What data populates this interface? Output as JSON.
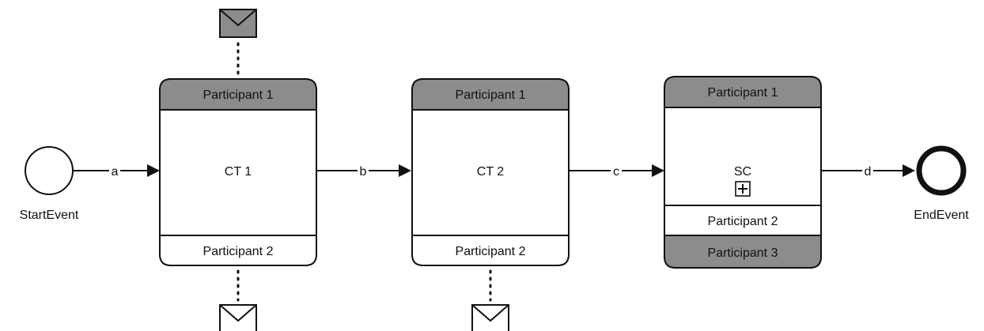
{
  "diagram": {
    "start_event": {
      "label": "StartEvent"
    },
    "end_event": {
      "label": "EndEvent"
    },
    "flows": [
      {
        "label": "a"
      },
      {
        "label": "b"
      },
      {
        "label": "c"
      },
      {
        "label": "d"
      }
    ],
    "tasks": [
      {
        "name": "CT 1",
        "top_participant": "Participant 1",
        "bottom_participant": "Participant 2"
      },
      {
        "name": "CT 2",
        "top_participant": "Participant 1",
        "bottom_participant": "Participant 2"
      },
      {
        "name": "SC",
        "top_participant": "Participant 1",
        "bottom_participants": [
          "Participant 2",
          "Participant 3"
        ],
        "marker": "plus-icon"
      }
    ],
    "messages": [
      {
        "attached_to": "CT 1",
        "position": "top",
        "initiating": true
      },
      {
        "attached_to": "CT 1",
        "position": "bottom",
        "initiating": false
      },
      {
        "attached_to": "CT 2",
        "position": "bottom",
        "initiating": false
      }
    ],
    "colors": {
      "initiating_band": "#8c8c8c",
      "stroke": "#111111"
    }
  }
}
